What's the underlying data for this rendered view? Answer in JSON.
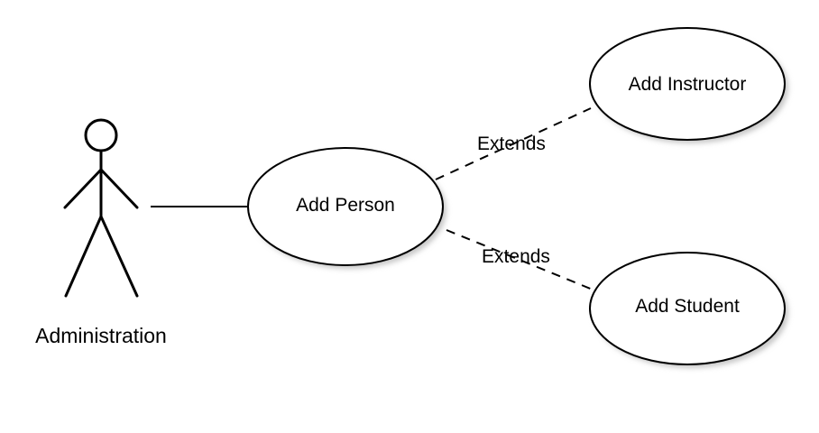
{
  "actor": {
    "name": "Administration"
  },
  "use_cases": {
    "add_person": "Add Person",
    "add_instructor": "Add Instructor",
    "add_student": "Add Student"
  },
  "relations": {
    "to_instructor": "Extends",
    "to_student": "Extends"
  },
  "colors": {
    "stroke": "#000000",
    "fill": "#ffffff",
    "shadow": "#c8c8c8"
  }
}
